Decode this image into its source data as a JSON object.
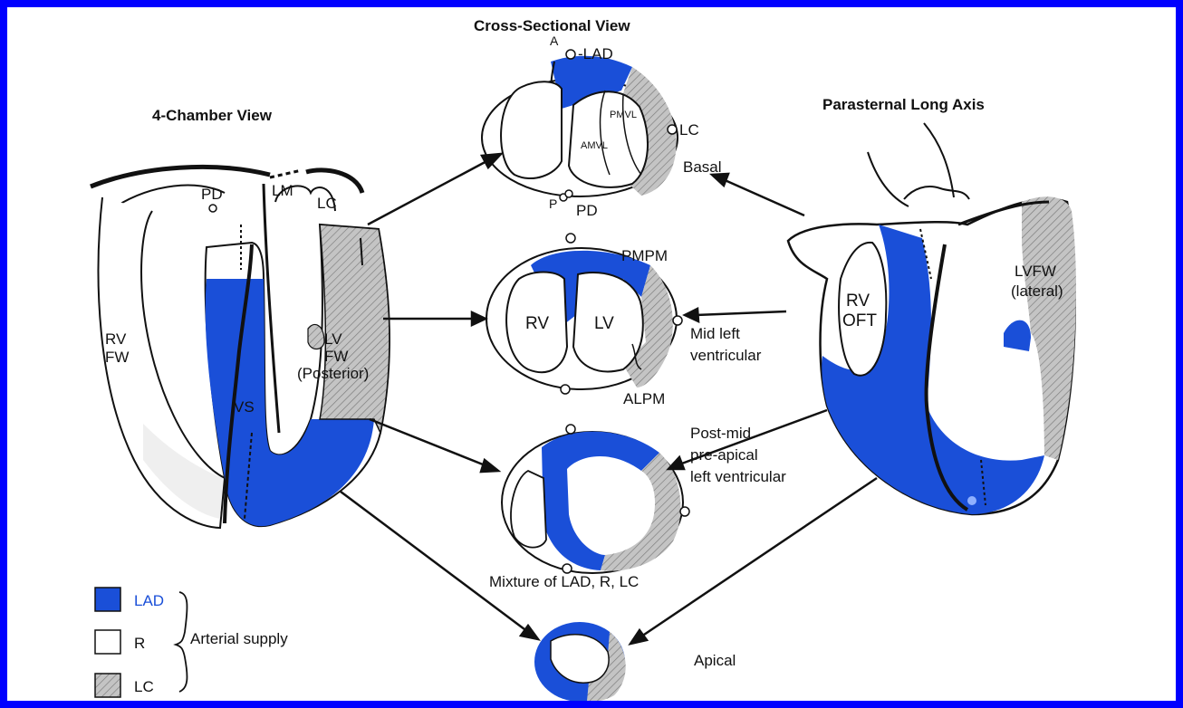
{
  "colors": {
    "LAD": "#1a4fd8",
    "R": "#ffffff",
    "LC": "#c4c4c4",
    "frame": "#0000ff"
  },
  "titles": {
    "four_chamber": "4-Chamber View",
    "cross_sectional": "Cross-Sectional View",
    "parasternal": "Parasternal Long Axis"
  },
  "four_chamber_labels": {
    "pd": "PD",
    "lm": "LM",
    "lc": "LC",
    "rv": "RV",
    "fw": "FW",
    "lv": "LV",
    "lv_fw": "FW",
    "posterior": "(Posterior)",
    "vs": "VS"
  },
  "basal": {
    "a": "A",
    "lad": "-LAD",
    "lc": "LC",
    "pmvl": "PMVL",
    "amvl": "AMVL",
    "p": "P",
    "pd": "PD",
    "name": "Basal"
  },
  "mid": {
    "pmpm": "PMPM",
    "rv": "RV",
    "lv": "LV",
    "alpm": "ALPM",
    "name_line1": "Mid left",
    "name_line2": "ventricular"
  },
  "postmid": {
    "line1": "Post-mid",
    "line2": "pre-apical",
    "line3": "left  ventricular",
    "mixture": "Mixture of LAD, R, LC"
  },
  "apical": {
    "name": "Apical"
  },
  "parasternal_labels": {
    "rv": "RV",
    "oft": "OFT",
    "lvfw": "LVFW",
    "lateral": "(lateral)"
  },
  "legend": {
    "items": [
      {
        "key": "LAD",
        "label": "LAD"
      },
      {
        "key": "R",
        "label": "R"
      },
      {
        "key": "LC",
        "label": "LC"
      }
    ],
    "caption": "Arterial  supply"
  }
}
